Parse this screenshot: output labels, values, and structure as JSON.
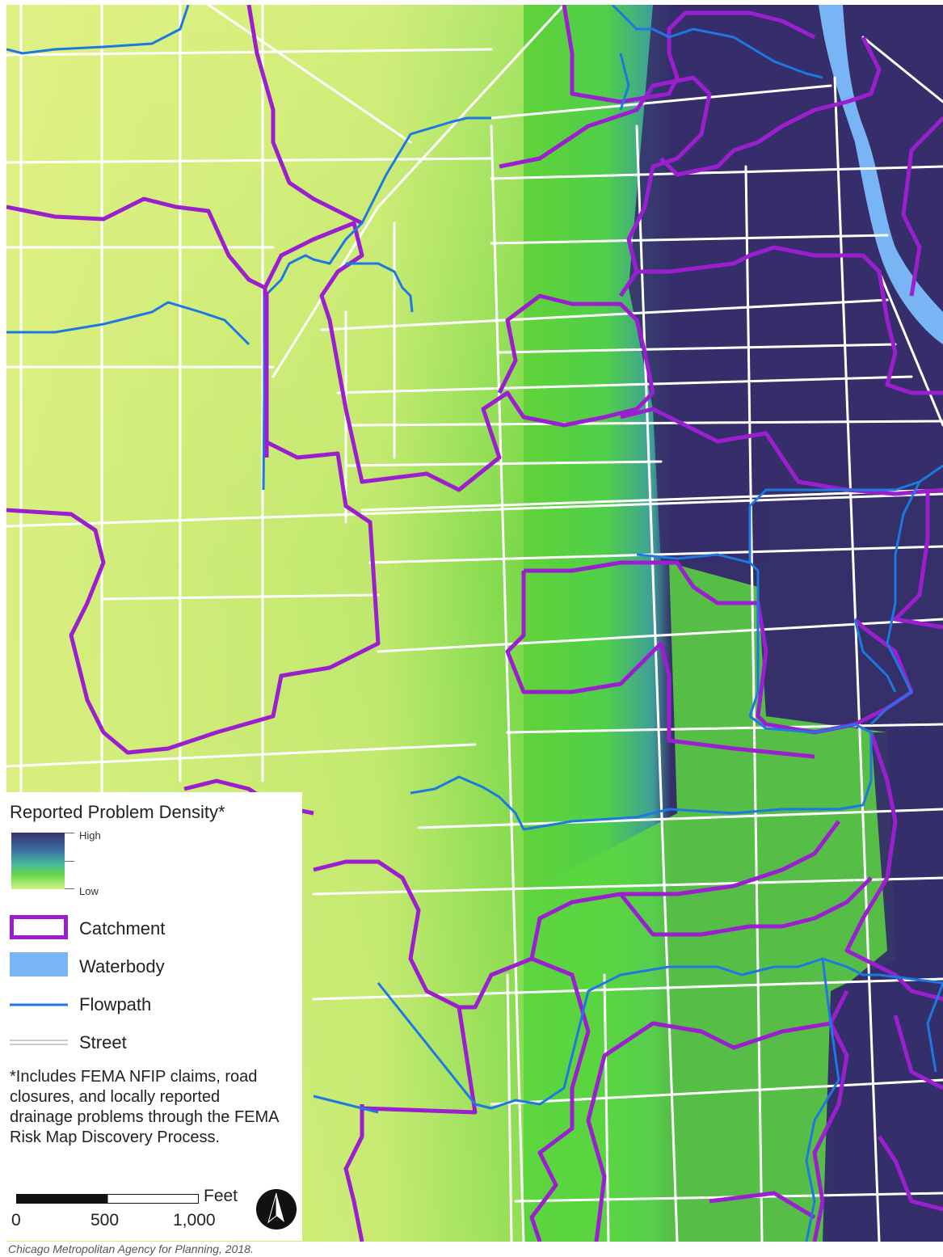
{
  "legend": {
    "title": "Reported Problem Density*",
    "ramp_high": "High",
    "ramp_low": "Low",
    "items": [
      {
        "label": "Catchment",
        "icon": "catchment-outline",
        "color": "#9b1fcf"
      },
      {
        "label": "Waterbody",
        "icon": "waterbody-fill",
        "color": "#79b4f4"
      },
      {
        "label": "Flowpath",
        "icon": "flowpath-line",
        "color": "#1d78e2"
      },
      {
        "label": "Street",
        "icon": "street-double-line",
        "color": "#9a9a9a"
      }
    ],
    "footnote": "*Includes FEMA NFIP claims, road closures, and locally reported drainage problems through the FEMA Risk Map Discovery Process."
  },
  "scale": {
    "unit": "Feet",
    "labels": [
      "0",
      "500",
      "1,000"
    ]
  },
  "north_arrow": "north-arrow-icon",
  "credit": "Chicago Metropolitan Agency for Planning, 2018.",
  "colors": {
    "density_high": "#352f6a",
    "density_mid": "#3fb5a0",
    "density_green": "#5fd638",
    "density_low": "#e9f48f",
    "catchment": "#9b1fcf",
    "waterbody": "#79b4f4",
    "flowpath": "#1d78e2",
    "street": "#ffffff"
  }
}
